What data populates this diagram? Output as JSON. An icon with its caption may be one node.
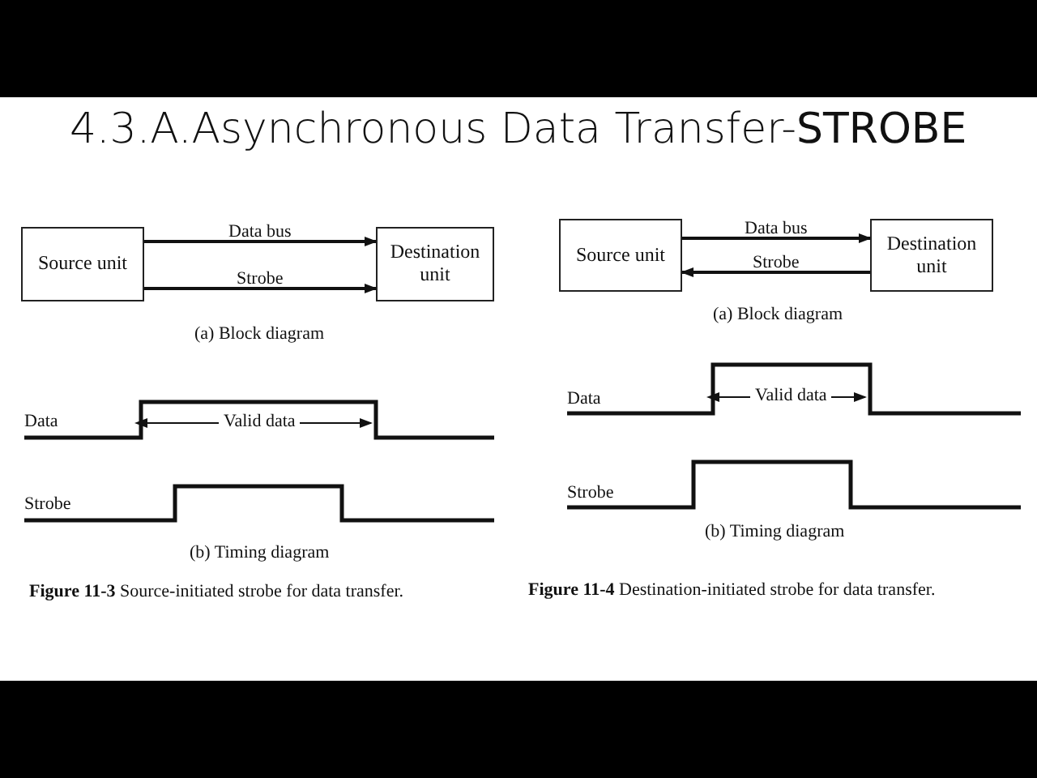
{
  "diagram": {
    "title": "4.3.A.Asynchronous Data Transfer-**STROBE**",
    "nodes": [
      {
        "text": [
          "Source unit"
        ]
      },
      {
        "text": [
          "Destination unit"
        ]
      },
      {
        "text": [
          "Source unit"
        ]
      },
      {
        "text": [
          "Destination unit"
        ]
      }
    ],
    "edges": [
      {
        "from": 0,
        "to": 1,
        "arrow": "to",
        "label": "Data bus"
      },
      {
        "from": 0,
        "to": 1,
        "arrow": "to",
        "label": "Strobe"
      },
      {
        "from": 2,
        "to": 3,
        "arrow": "to",
        "label": "Data bus"
      },
      {
        "from": 3,
        "to": 2,
        "arrow": "to",
        "label": "Strobe"
      }
    ],
    "labels": [
      "(a) Block diagram",
      "Data",
      "Valid data",
      "Strobe",
      "(b) Timing diagram",
      "**Figure 11-3** Source-initiated strobe for data transfer.",
      "(a) Block diagram",
      "Data",
      "Valid data",
      "Strobe",
      "(b) Timing diagram",
      "**Figure 11-4** Destination-initiated strobe for data transfer."
    ]
  }
}
